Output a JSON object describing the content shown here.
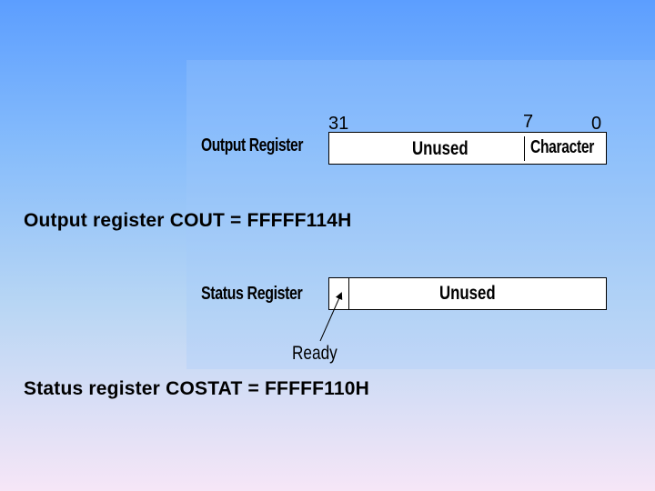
{
  "output_register": {
    "name": "Output Register",
    "bit_high": "31",
    "bit_mid": "7",
    "bit_low": "0",
    "field_unused": "Unused",
    "field_character": "Character",
    "caption": "Output register  COUT = FFFFF114H"
  },
  "status_register": {
    "name": "Status Register",
    "field_unused": "Unused",
    "ready_label": "Ready",
    "caption": "Status register  COSTAT = FFFFF110H"
  },
  "colors": {
    "background_top": "#5c9eff",
    "background_bottom": "#f6e6f7",
    "box_fill": "#ffffff",
    "text": "#000000"
  }
}
